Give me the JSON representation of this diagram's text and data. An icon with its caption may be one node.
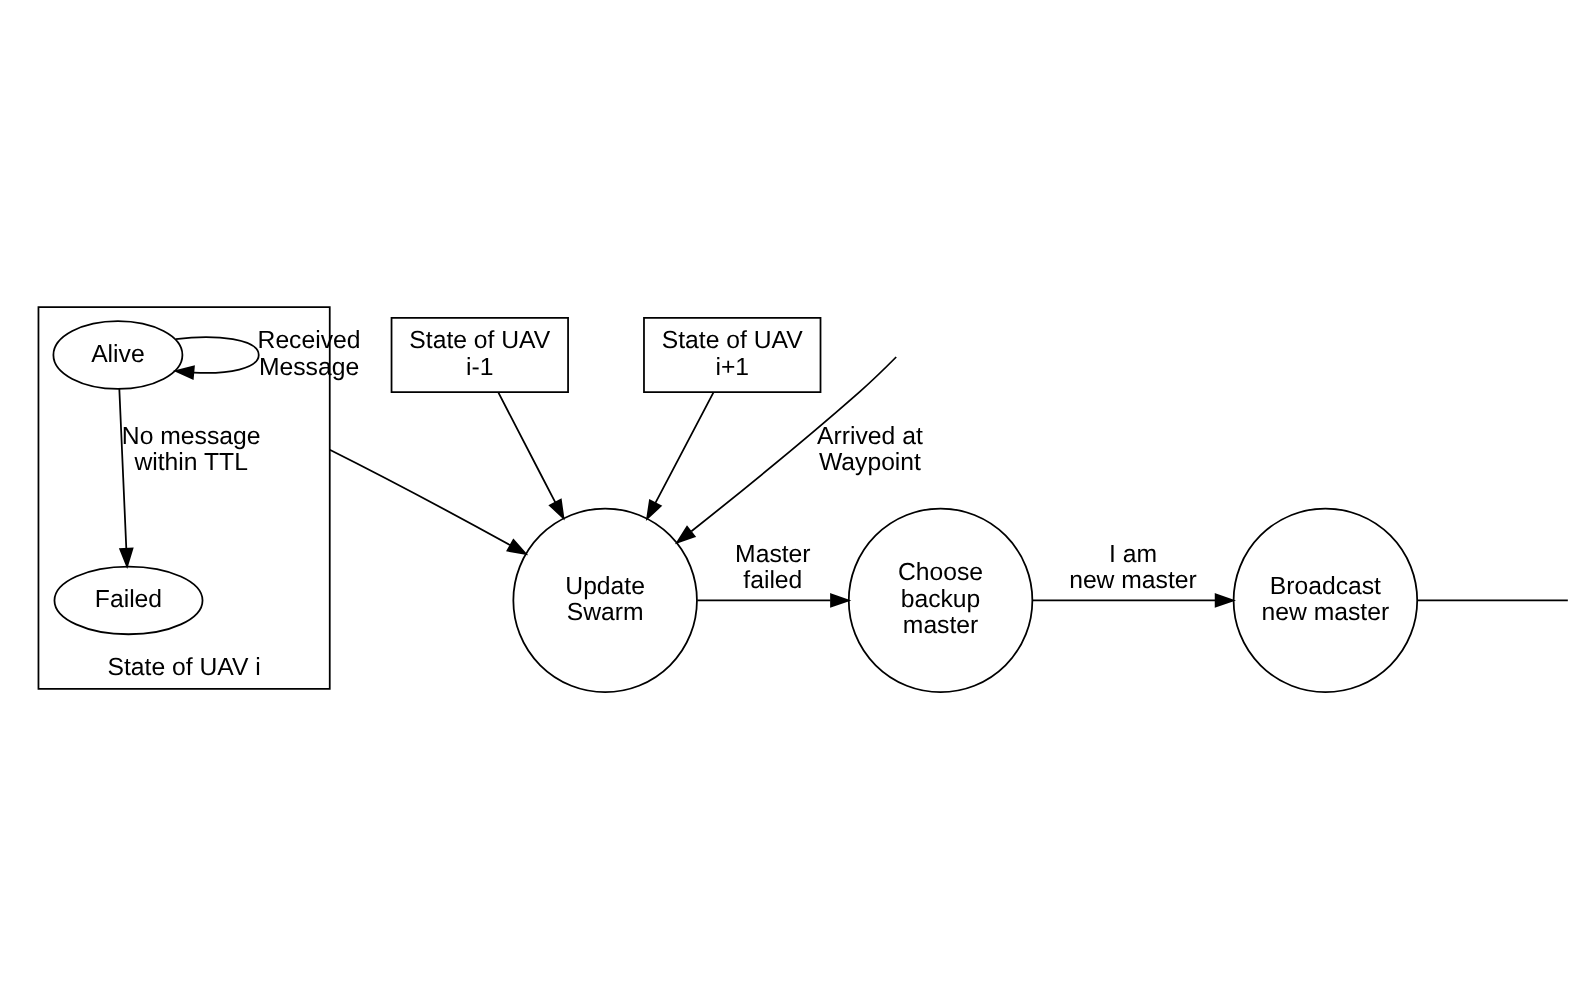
{
  "diagram": {
    "nodes": [
      {
        "text": [
          "State of UAV i"
        ]
      },
      {
        "text": [
          "Alive"
        ],
        "in": 0
      },
      {
        "text": [
          "Failed"
        ],
        "in": 0
      },
      {
        "text": [
          "State of UAV i-1"
        ]
      },
      {
        "text": [
          "State of UAV i+1"
        ]
      },
      {
        "text": [
          "Update Swarm"
        ]
      },
      {
        "text": [
          "Choose backup master"
        ]
      },
      {
        "text": [
          "Broadcast new master"
        ]
      }
    ],
    "edges": [
      {
        "from": 1,
        "to": 1,
        "arrow": "to",
        "label": "Received Message"
      },
      {
        "from": 1,
        "to": 2,
        "arrow": "to",
        "label": "No message within TTL"
      },
      {
        "from": 0,
        "to": 5,
        "arrow": "to"
      },
      {
        "from": 3,
        "to": 5,
        "arrow": "to"
      },
      {
        "from": 4,
        "to": 5,
        "arrow": "to"
      },
      {
        "from": 5,
        "to": 6,
        "arrow": "to",
        "label": "Master failed"
      },
      {
        "from": 6,
        "to": 7,
        "arrow": "to",
        "label": "I am new master"
      },
      {
        "from": 7,
        "to": null,
        "arrow": "none"
      },
      {
        "from": null,
        "to": 5,
        "arrow": "to",
        "label": "Arrived at Waypoint"
      }
    ]
  }
}
